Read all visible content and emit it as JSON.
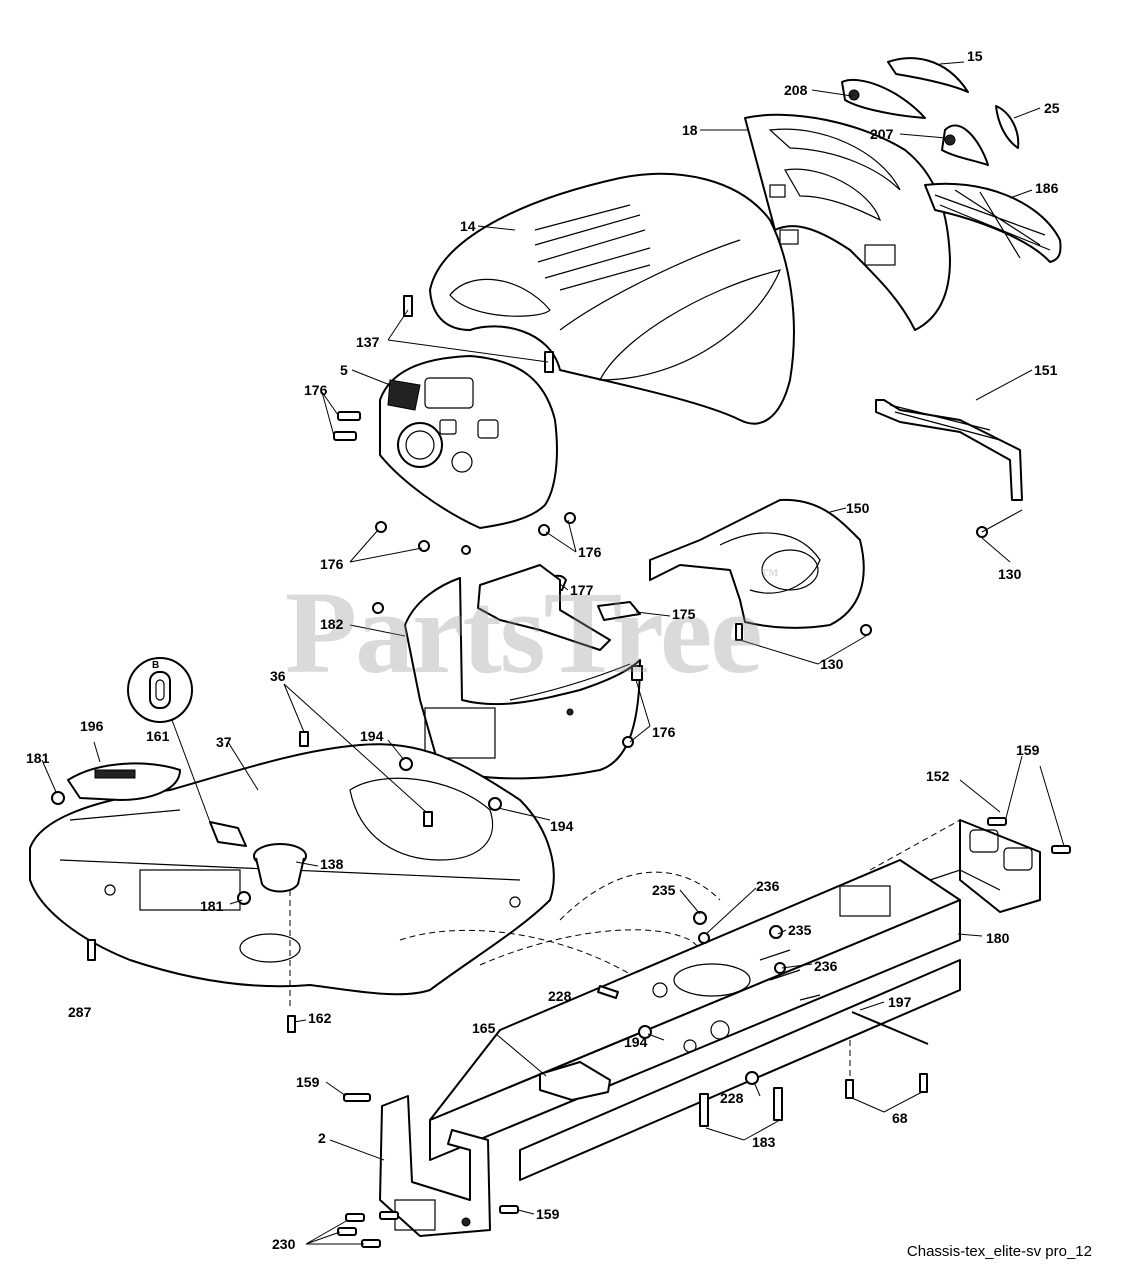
{
  "diagram": {
    "watermark": "PartsTree",
    "watermark_mark": "™",
    "caption": "Chassis-tex_elite-sv pro_12",
    "inset_letter": "B",
    "callouts": [
      {
        "id": "c15",
        "label": "15"
      },
      {
        "id": "c208",
        "label": "208"
      },
      {
        "id": "c25",
        "label": "25"
      },
      {
        "id": "c18",
        "label": "18"
      },
      {
        "id": "c207",
        "label": "207"
      },
      {
        "id": "c186",
        "label": "186"
      },
      {
        "id": "c14",
        "label": "14"
      },
      {
        "id": "c137",
        "label": "137"
      },
      {
        "id": "c5",
        "label": "5"
      },
      {
        "id": "c176a",
        "label": "176"
      },
      {
        "id": "c151",
        "label": "151"
      },
      {
        "id": "c176b",
        "label": "176"
      },
      {
        "id": "c176c",
        "label": "176"
      },
      {
        "id": "c177",
        "label": "177"
      },
      {
        "id": "c150",
        "label": "150"
      },
      {
        "id": "c130a",
        "label": "130"
      },
      {
        "id": "c175",
        "label": "175"
      },
      {
        "id": "c182",
        "label": "182"
      },
      {
        "id": "c130b",
        "label": "130"
      },
      {
        "id": "c36",
        "label": "36"
      },
      {
        "id": "c176d",
        "label": "176"
      },
      {
        "id": "c196",
        "label": "196"
      },
      {
        "id": "c161",
        "label": "161"
      },
      {
        "id": "c37",
        "label": "37"
      },
      {
        "id": "c194a",
        "label": "194"
      },
      {
        "id": "c181a",
        "label": "181"
      },
      {
        "id": "c159a",
        "label": "159"
      },
      {
        "id": "c152",
        "label": "152"
      },
      {
        "id": "c194b",
        "label": "194"
      },
      {
        "id": "c138",
        "label": "138"
      },
      {
        "id": "c235a",
        "label": "235"
      },
      {
        "id": "c236a",
        "label": "236"
      },
      {
        "id": "c181b",
        "label": "181"
      },
      {
        "id": "c180",
        "label": "180"
      },
      {
        "id": "c235b",
        "label": "235"
      },
      {
        "id": "c236b",
        "label": "236"
      },
      {
        "id": "c228a",
        "label": "228"
      },
      {
        "id": "c287",
        "label": "287"
      },
      {
        "id": "c162",
        "label": "162"
      },
      {
        "id": "c197",
        "label": "197"
      },
      {
        "id": "c165",
        "label": "165"
      },
      {
        "id": "c194c",
        "label": "194"
      },
      {
        "id": "c159b",
        "label": "159"
      },
      {
        "id": "c228b",
        "label": "228"
      },
      {
        "id": "c68",
        "label": "68"
      },
      {
        "id": "c2",
        "label": "2"
      },
      {
        "id": "c183",
        "label": "183"
      },
      {
        "id": "c159c",
        "label": "159"
      },
      {
        "id": "c230",
        "label": "230"
      }
    ]
  }
}
